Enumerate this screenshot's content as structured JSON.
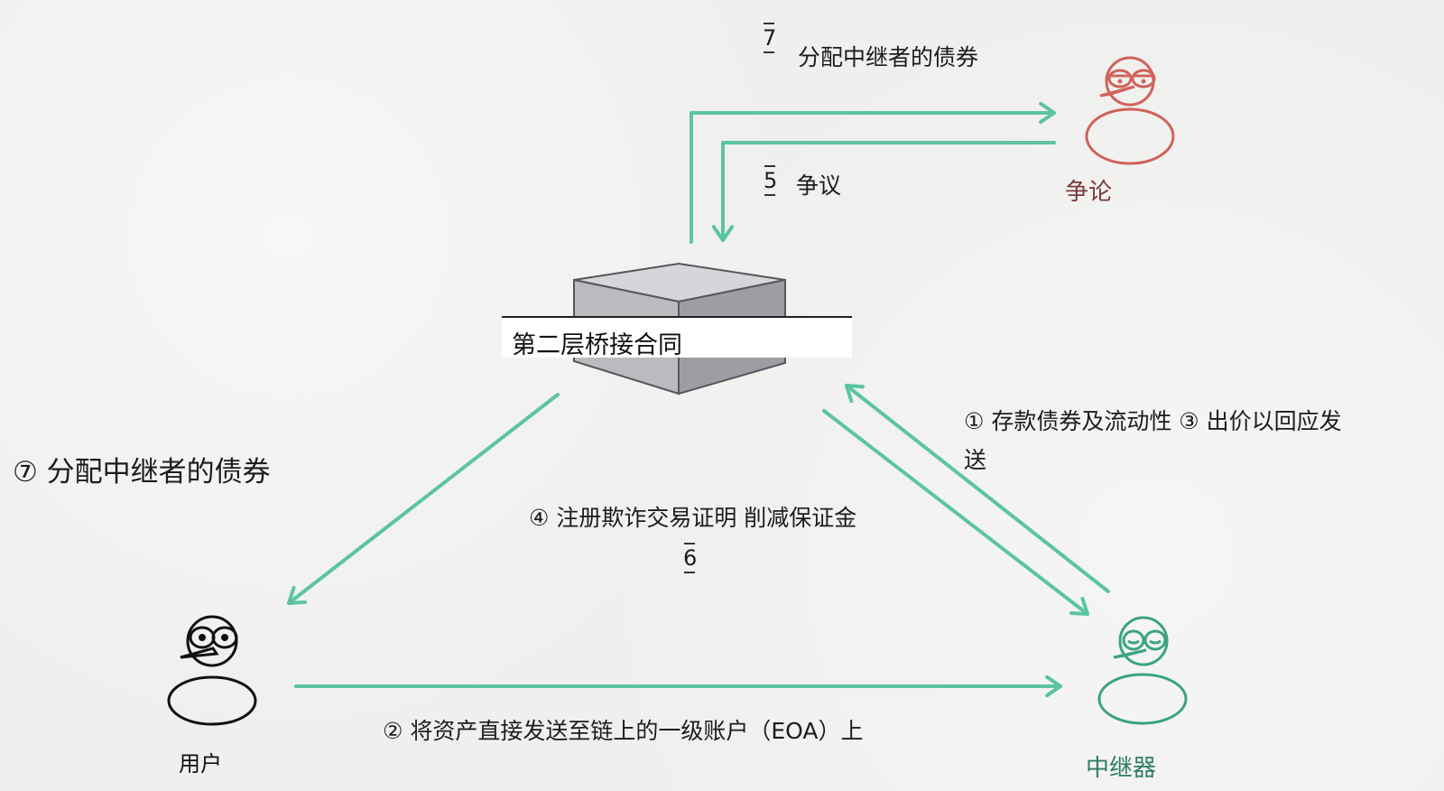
{
  "diagram": {
    "title_node": "第二层桥接合同",
    "nodes": {
      "user": {
        "label": "用户",
        "color": "#111111"
      },
      "relayer": {
        "label": "中继器",
        "color": "#2e7d63",
        "stroke": "#3aa383"
      },
      "disputer": {
        "label": "争论",
        "color": "#7a3b3b",
        "stroke": "#d0625a"
      }
    },
    "arrow_color": "#5cc4a0",
    "labels": {
      "top_step_number": "7",
      "top_step_text": "分配中继者的债券",
      "dispute_number": "5",
      "dispute_text": "争议",
      "left_step": "⑦ 分配中继者的债券",
      "right_step_line1": "① 存款债券及流动性 ③ 出价以回应发",
      "right_step_line2": "送",
      "middle_step": "④ 注册欺诈交易证明 削减保证金",
      "middle_step_number": "6",
      "bottom_step": "② 将资产直接发送至链上的一级账户（EOA）上"
    }
  }
}
